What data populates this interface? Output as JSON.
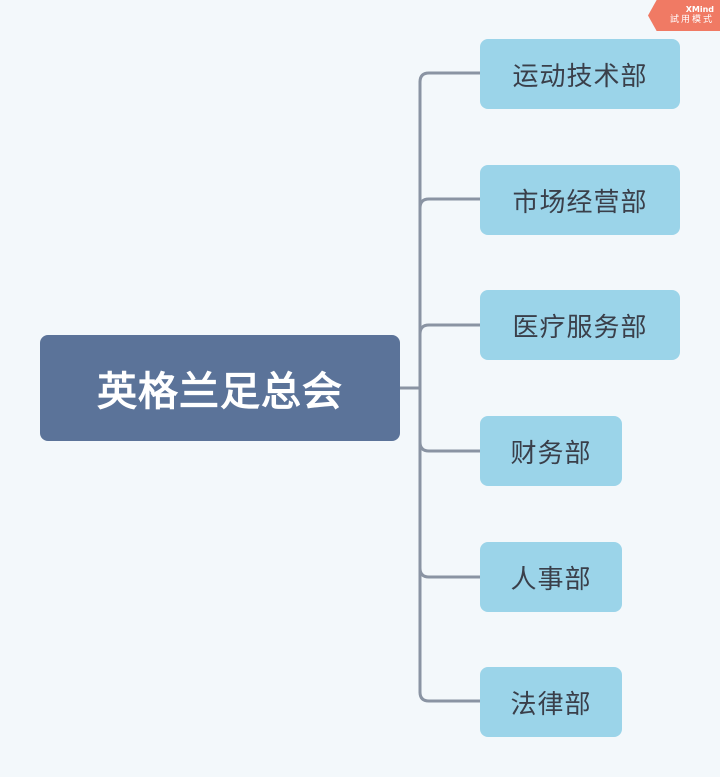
{
  "root": {
    "label": "英格兰足总会"
  },
  "children": [
    {
      "label": "运动技术部"
    },
    {
      "label": "市场经营部"
    },
    {
      "label": "医疗服务部"
    },
    {
      "label": "财务部"
    },
    {
      "label": "人事部"
    },
    {
      "label": "法律部"
    }
  ],
  "badge": {
    "brand": "XMind",
    "text": "試用模式"
  },
  "colors": {
    "background": "#f3f8fb",
    "root_fill": "#5b7399",
    "child_fill": "#9bd4e9",
    "connector": "#8a94a3",
    "badge_fill": "#f07a64"
  }
}
